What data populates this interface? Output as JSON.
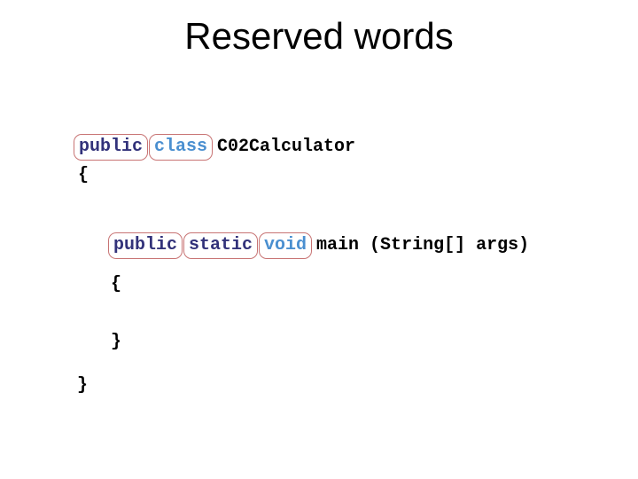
{
  "slide": {
    "title": "Reserved words"
  },
  "colors": {
    "background": "#ffffff",
    "title_text": "#000000",
    "keyword_dark": "#32327a",
    "keyword_light": "#4a8fd0",
    "code_text": "#000000",
    "keyword_box_border": "#c87474"
  },
  "code": {
    "class_declaration": {
      "keywords": [
        {
          "text": "public",
          "style": "dark"
        },
        {
          "text": "class",
          "style": "light"
        }
      ],
      "identifier": "C02Calculator"
    },
    "class_open_brace": "{",
    "method_declaration": {
      "keywords": [
        {
          "text": "public",
          "style": "dark"
        },
        {
          "text": "static",
          "style": "dark"
        },
        {
          "text": "void",
          "style": "light"
        }
      ],
      "signature": "main (String[] args)"
    },
    "method_open_brace": "{",
    "method_close_brace": "}",
    "class_close_brace": "}"
  }
}
